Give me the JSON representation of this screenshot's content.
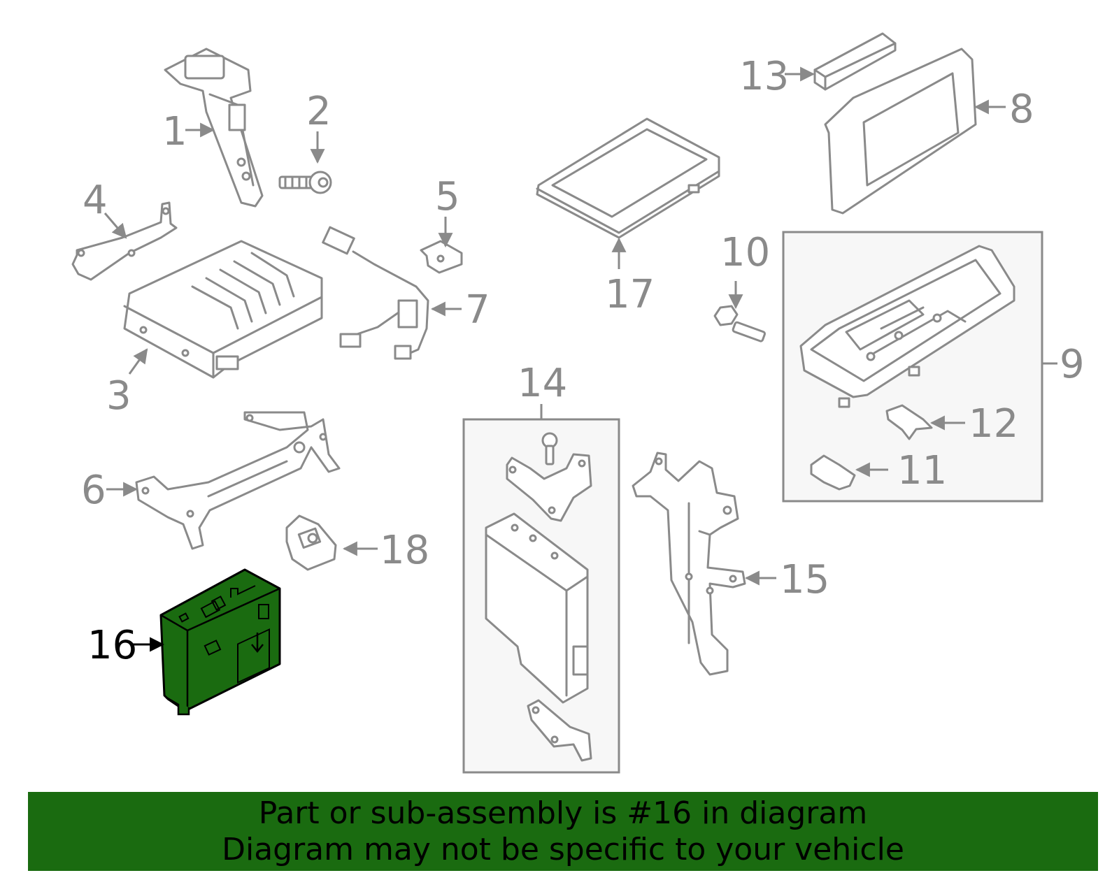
{
  "diagram": {
    "callouts": {
      "c1": "1",
      "c2": "2",
      "c3": "3",
      "c4": "4",
      "c5": "5",
      "c6": "6",
      "c7": "7",
      "c8": "8",
      "c9": "9",
      "c10": "10",
      "c11": "11",
      "c12": "12",
      "c13": "13",
      "c14": "14",
      "c15": "15",
      "c16": "16",
      "c17": "17",
      "c18": "18"
    },
    "highlighted_part": "16",
    "highlight_color": "#1a6b10",
    "line_color": "#8a8a8a"
  },
  "footer": {
    "line1": "Part or sub-assembly is #16 in diagram",
    "line2": "Diagram may not be specific to your vehicle",
    "background": "#1a6b10"
  }
}
